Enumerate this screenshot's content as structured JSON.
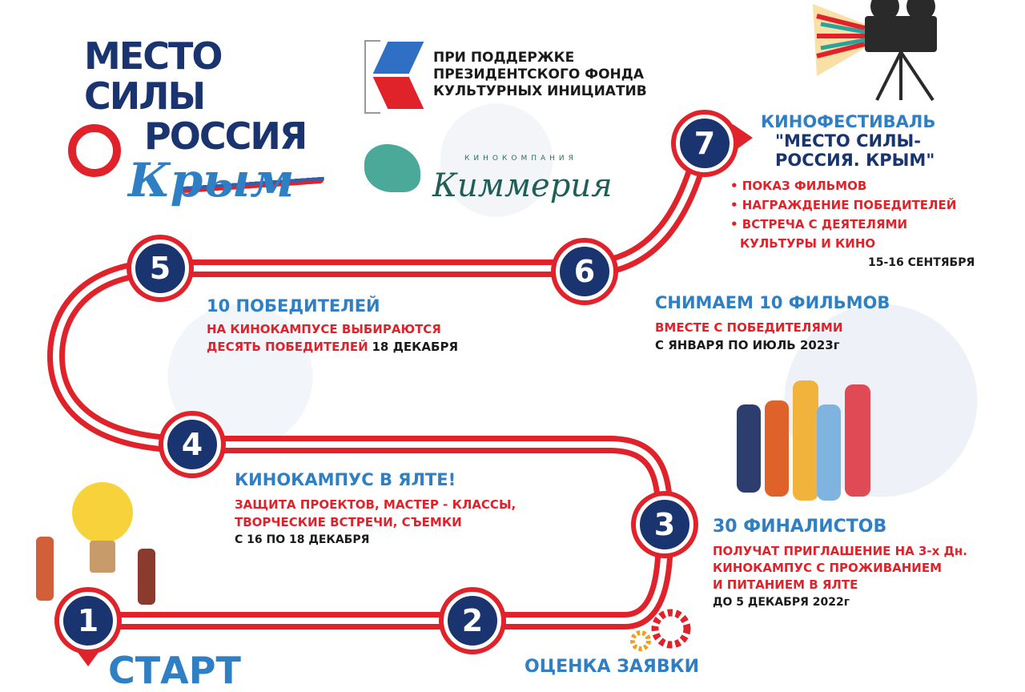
{
  "logo": {
    "line1": "МЕСТО СИЛЫ",
    "line2": "РОССИЯ",
    "line3": "Крым"
  },
  "fund": {
    "lines": [
      "ПРИ ПОДДЕРЖКЕ",
      "ПРЕЗИДЕНТСКОГО ФОНДА",
      "КУЛЬТУРНЫХ ИНИЦИАТИВ"
    ]
  },
  "kimmeria": {
    "small": "КИНОКОМПАНИЯ",
    "name": "Киммерия"
  },
  "colors": {
    "red": "#e0222b",
    "navy": "#1a3470",
    "blue": "#2f7fc4"
  },
  "steps": [
    {
      "num": "1",
      "title": "СТАРТ"
    },
    {
      "num": "2",
      "title": "ОЦЕНКА ЗАЯВКИ"
    },
    {
      "num": "3",
      "title": "30 ФИНАЛИСТОВ",
      "lines": [
        "ПОЛУЧАТ ПРИГЛАШЕНИЕ НА 3-х Дн.",
        "КИНОКАМПУС С ПРОЖИВАНИЕМ",
        "И ПИТАНИЕМ В ЯЛТЕ"
      ],
      "date": "ДО 5 ДЕКАБРЯ 2022г"
    },
    {
      "num": "4",
      "title": "КИНОКАМПУС В ЯЛТЕ!",
      "lines": [
        "ЗАЩИТА ПРОЕКТОВ, МАСТЕР - КЛАССЫ,",
        "ТВОРЧЕСКИЕ ВСТРЕЧИ, СЪЕМКИ"
      ],
      "date": "С 16 ПО 18 ДЕКАБРЯ"
    },
    {
      "num": "5",
      "title": "10 ПОБЕДИТЕЛЕЙ",
      "lines": [
        "НА КИНОКАМПУСЕ ВЫБИРАЮТСЯ",
        "ДЕСЯТЬ ПОБЕДИТЕЛЕЙ"
      ],
      "date": "18 ДЕКАБРЯ"
    },
    {
      "num": "6",
      "title": "СНИМАЕМ 10 ФИЛЬМОВ",
      "lines": [
        "ВМЕСТЕ С ПОБЕДИТЕЛЯМИ"
      ],
      "date": "С ЯНВАРЯ ПО ИЮЛЬ 2023г"
    },
    {
      "num": "7",
      "title_blue": "КИНОФЕСТИВАЛЬ",
      "title_navy": [
        "\"МЕСТО СИЛЫ-",
        "РОССИЯ. КРЫМ\""
      ],
      "lines": [
        "• ПОКАЗ ФИЛЬМОВ",
        "• НАГРАЖДЕНИЕ ПОБЕДИТЕЛЕЙ",
        "• ВСТРЕЧА С ДЕЯТЕЛЯМИ",
        "КУЛЬТУРЫ И КИНО"
      ],
      "date": "15-16 СЕНТЯБРЯ"
    }
  ]
}
